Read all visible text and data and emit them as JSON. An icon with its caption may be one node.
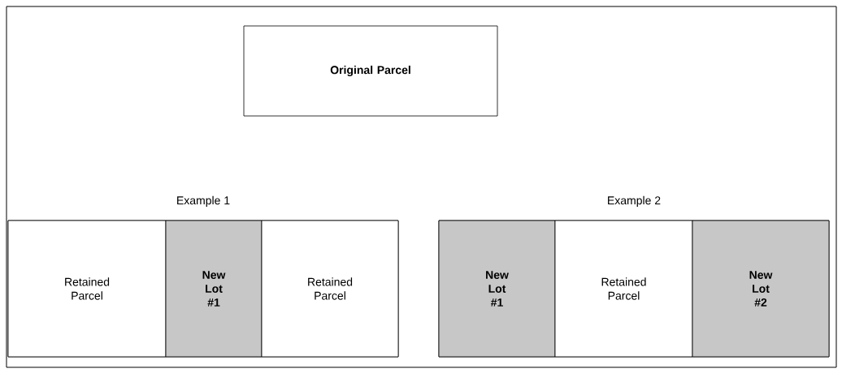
{
  "diagram": {
    "nodes": [
      {
        "text": [
          "Original Parcel"
        ]
      },
      {
        "text": [
          "Example 1"
        ]
      },
      {
        "text": [
          "Retained Parcel"
        ],
        "in": 1
      },
      {
        "text": [
          "New Lot #1"
        ],
        "in": 1
      },
      {
        "text": [
          "Retained Parcel"
        ],
        "in": 1
      },
      {
        "text": [
          "Example 2"
        ]
      },
      {
        "text": [
          "New Lot #1"
        ],
        "in": 5
      },
      {
        "text": [
          "Retained Parcel"
        ],
        "in": 5
      },
      {
        "text": [
          "New Lot #2"
        ],
        "in": 5
      }
    ]
  }
}
